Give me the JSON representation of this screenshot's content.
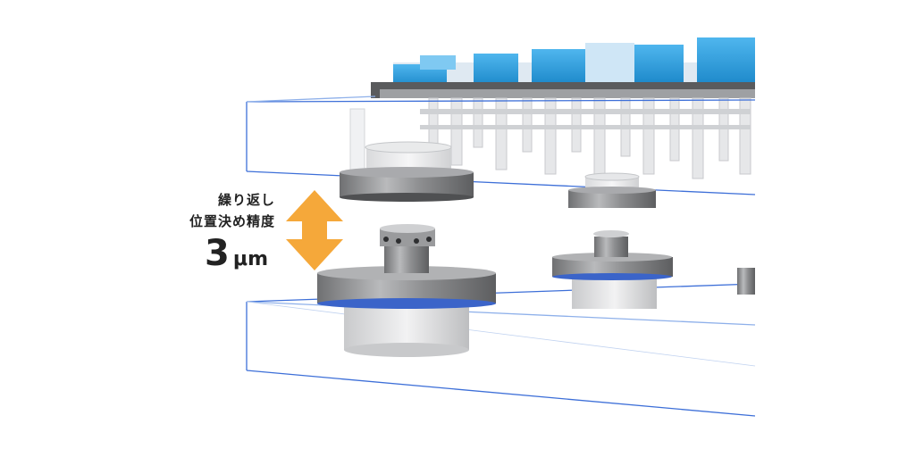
{
  "annotation": {
    "line1": "繰り返し",
    "line2": "位置決め精度",
    "value": "3",
    "unit": "μm"
  },
  "colors": {
    "arrow": "#f5a83a",
    "plate_outline": "#3d6fd8",
    "block_blue": "#2c9fe0",
    "metal": "#8b8c8e"
  }
}
